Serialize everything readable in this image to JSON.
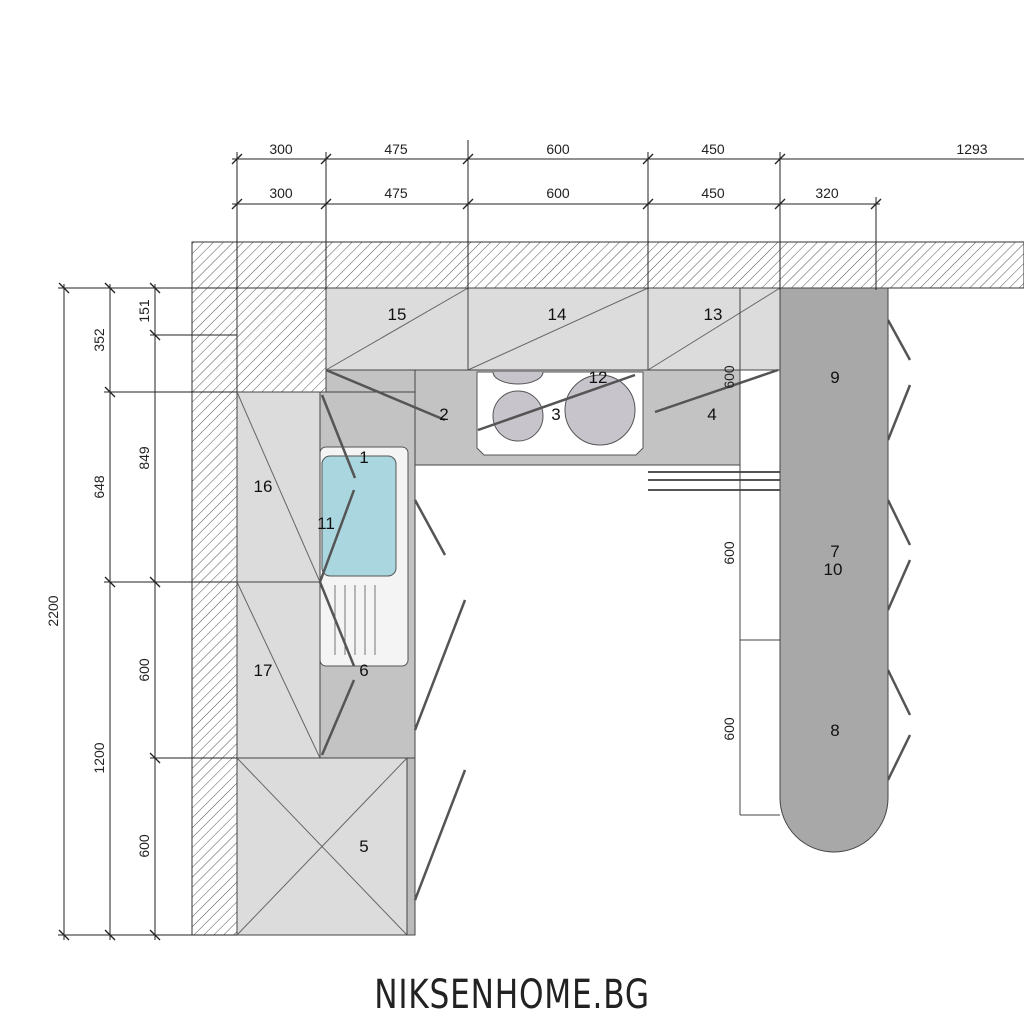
{
  "dimensions": {
    "top_row1": [
      "300",
      "475",
      "600",
      "450",
      "1293"
    ],
    "top_row2": [
      "300",
      "475",
      "600",
      "450",
      "320"
    ],
    "left_outer": "2200",
    "left_mid": [
      "352",
      "648",
      "1200"
    ],
    "left_inner": [
      "151",
      "849",
      "600",
      "600"
    ],
    "right_side": [
      "600",
      "600",
      "600"
    ]
  },
  "modules": [
    "1",
    "2",
    "3",
    "4",
    "5",
    "6",
    "7",
    "8",
    "9",
    "10",
    "11",
    "12",
    "13",
    "14",
    "15",
    "16",
    "17"
  ],
  "brand": "NIKSENHOME.BG",
  "colors": {
    "wall_hatch": "#555555",
    "upper_cabinet": "#dcdcdc",
    "counter": "#c3c3c3",
    "island": "#a8a8a8",
    "sink": "#a9d6df"
  }
}
